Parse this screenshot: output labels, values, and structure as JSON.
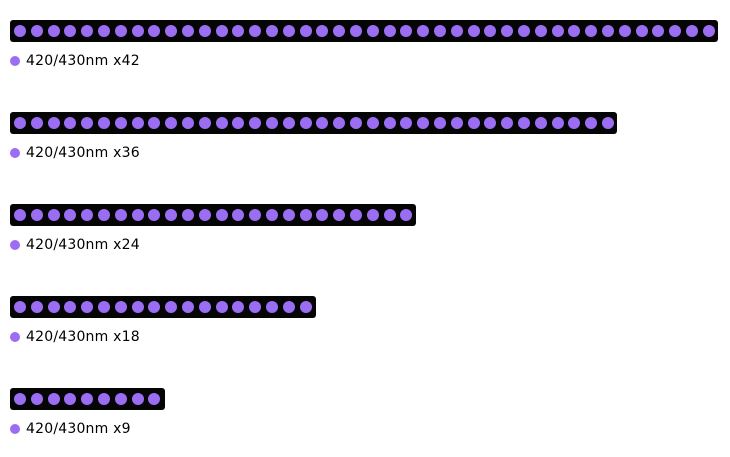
{
  "colors": {
    "led": "#9b6df2",
    "strip": "#050505"
  },
  "strips": [
    {
      "label": "420/430nm x42",
      "count": 42
    },
    {
      "label": "420/430nm x36",
      "count": 36
    },
    {
      "label": "420/430nm x24",
      "count": 24
    },
    {
      "label": "420/430nm x18",
      "count": 18
    },
    {
      "label": "420/430nm x9",
      "count": 9
    }
  ]
}
